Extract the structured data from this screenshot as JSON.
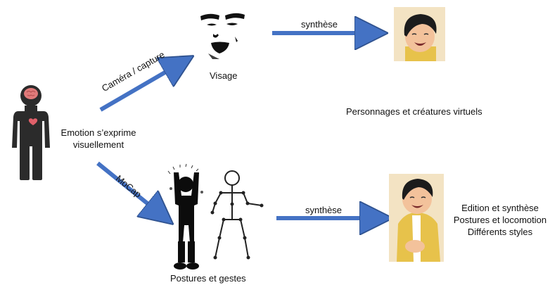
{
  "labels": {
    "emotion_line1": "Emotion s’exprime",
    "emotion_line2": "visuellement",
    "camera": "Caméra / capture",
    "mocap": "MoCap",
    "visage": "Visage",
    "postures": "Postures et gestes",
    "synthese_top": "synthèse",
    "synthese_bottom": "synthèse",
    "personnages": "Personnages et créatures virtuels",
    "edition": "Edition et synthèse",
    "locomotion": "Postures et locomotion",
    "styles": "Différents styles"
  },
  "icons": {
    "person": "person-silhouette-icon",
    "brain": "brain-icon",
    "heart": "heart-icon",
    "face": "face-features-icon",
    "skeleton": "stick-skeleton-icon",
    "gesture": "cheering-silhouette-icon",
    "avatar": "cartoon-avatar-icon"
  },
  "colors": {
    "arrow": "#4472c4",
    "arrow_edge": "#2f528f",
    "silhouette": "#2b2b2b",
    "brain": "#e07a7a",
    "heart": "#e0606a",
    "avatar_bg": "#f3e3c3",
    "avatar_hair": "#1c1c1c",
    "avatar_skin": "#f3c29b",
    "avatar_shirt": "#e7c24b"
  }
}
